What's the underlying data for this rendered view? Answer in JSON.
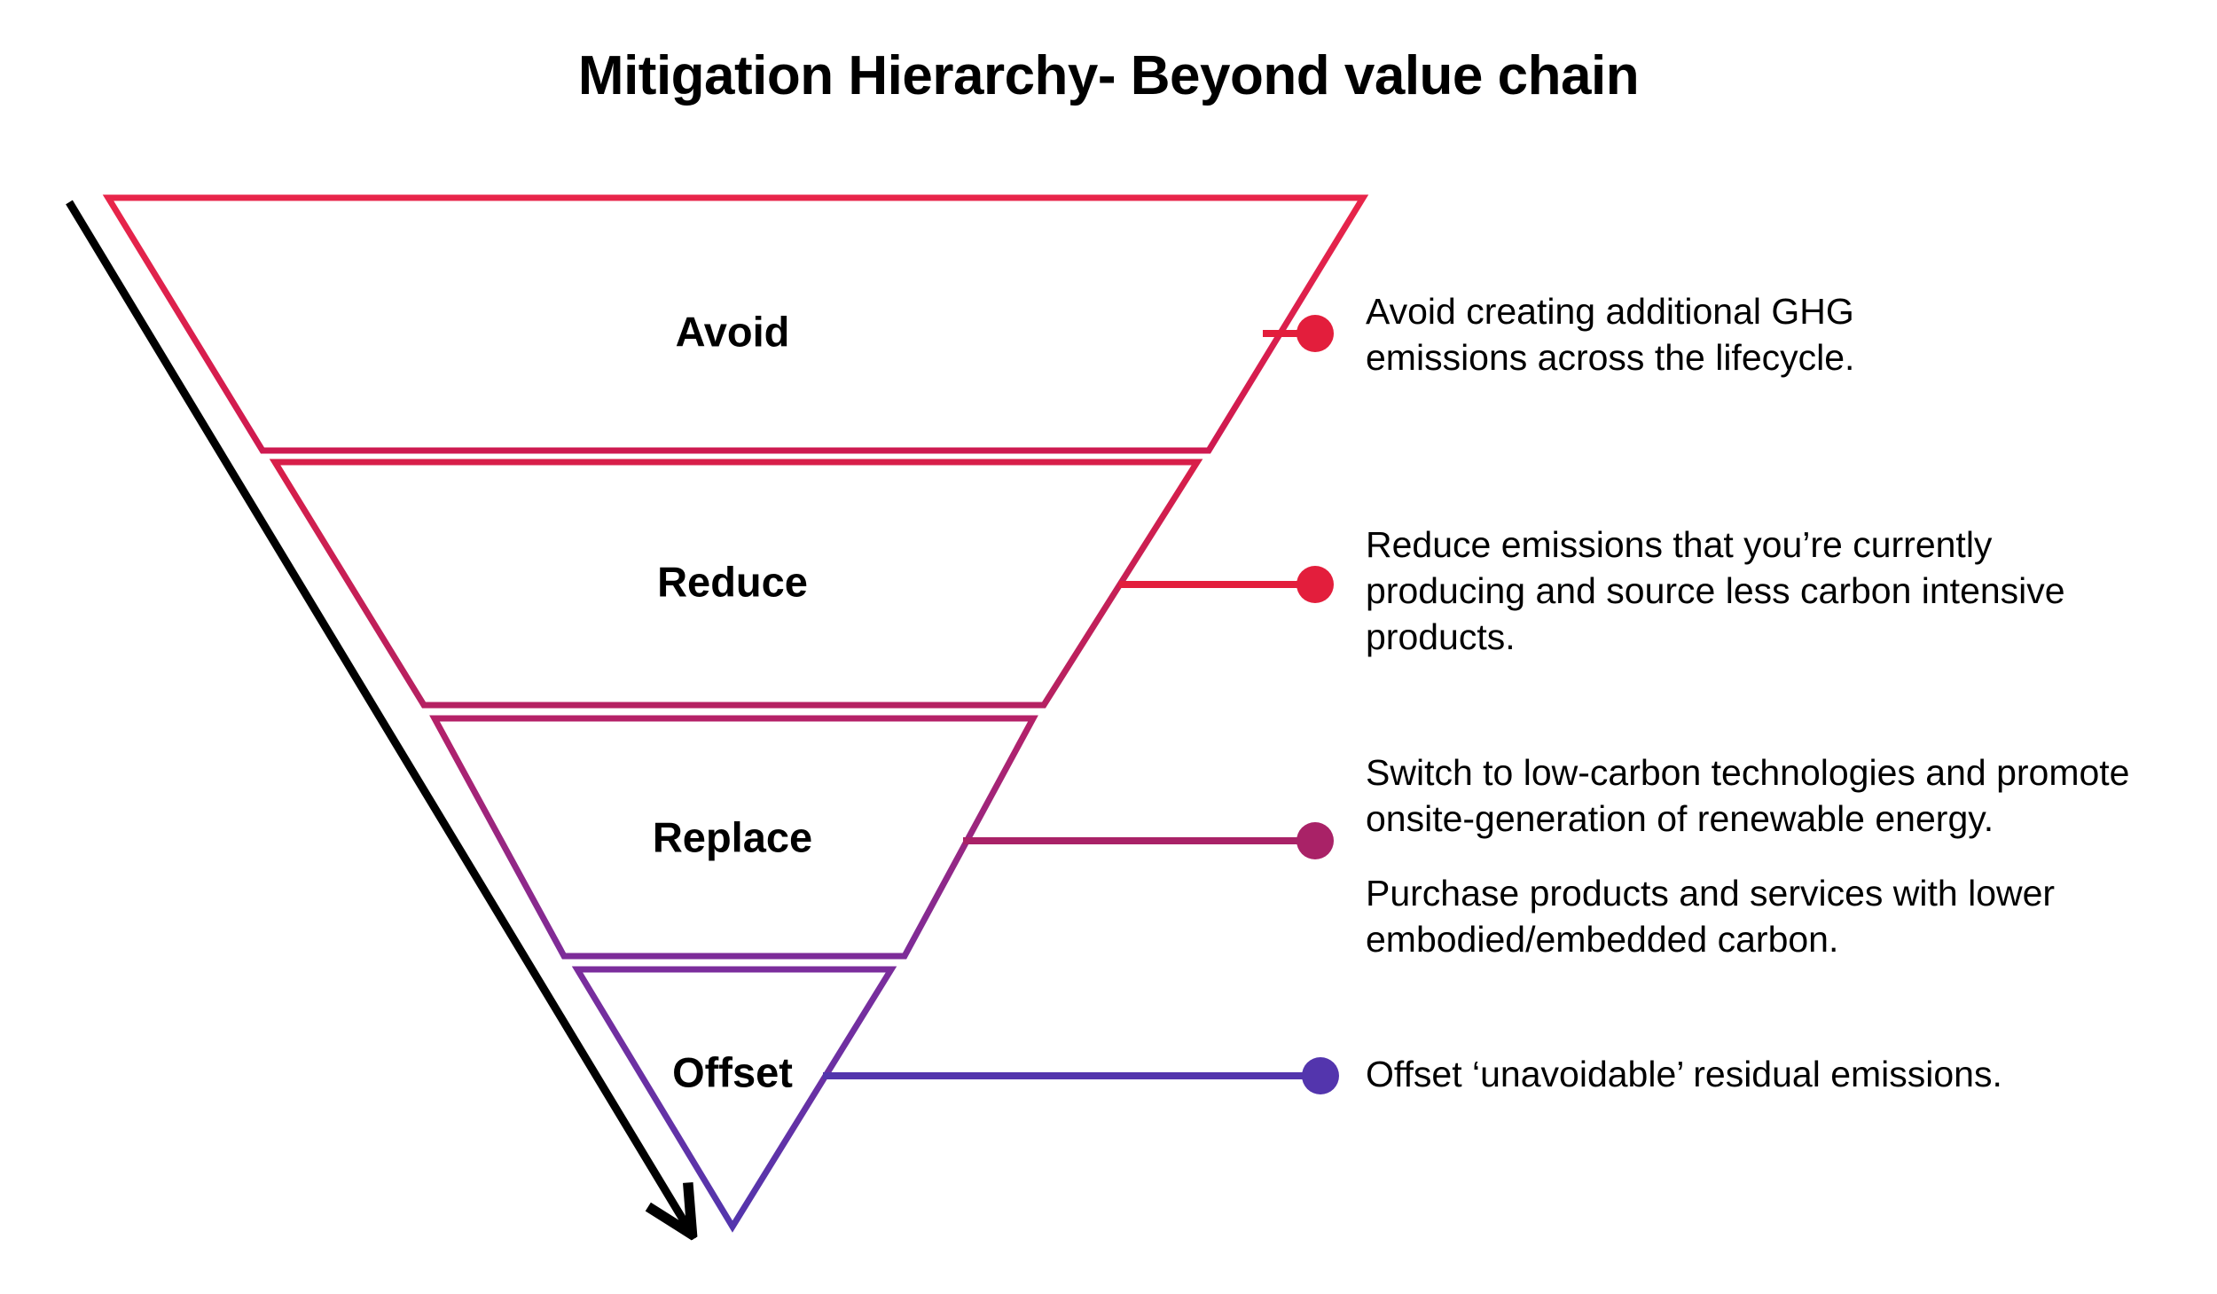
{
  "title": "Mitigation Hierarchy- Beyond value chain",
  "colors": {
    "avoid": "#E31E3C",
    "reduce": "#D01A4B",
    "replace": "#A92267",
    "offset": "#5335AD",
    "replace_dot": "#A92267",
    "offset_dot": "#5335AD",
    "arrow": "#000000",
    "text": "#000000",
    "background": "#FFFFFF"
  },
  "arrow": {
    "name": "downward-direction-arrow",
    "description": "black diagonal arrow pointing down-right alongside funnel"
  },
  "funnel": {
    "orientation": "inverted",
    "bands": [
      {
        "id": "avoid",
        "label": "Avoid",
        "stroke_top": "#E8254A",
        "stroke_bottom": "#CE1A50",
        "dot_color": "#E31E3C",
        "annotations": [
          "Avoid creating additional GHG emissions across the lifecycle."
        ]
      },
      {
        "id": "reduce",
        "label": "Reduce",
        "stroke_top": "#D81E49",
        "stroke_bottom": "#B52162",
        "dot_color": "#E31E3C",
        "annotations": [
          "Reduce emissions that you’re currently producing and source less carbon intensive products."
        ]
      },
      {
        "id": "replace",
        "label": "Replace",
        "stroke_top": "#B52168",
        "stroke_bottom": "#7D2C99",
        "dot_color": "#A92267",
        "annotations": [
          "Switch to low-carbon technologies and promote onsite-generation of renewable energy.",
          "Purchase products and services with lower embodied/embedded carbon."
        ]
      },
      {
        "id": "offset",
        "label": "Offset",
        "stroke_top": "#7B2D9C",
        "stroke_bottom": "#5335AD",
        "dot_color": "#5335AD",
        "annotations": [
          "Offset ‘unavoidable’ residual emissions."
        ]
      }
    ]
  }
}
